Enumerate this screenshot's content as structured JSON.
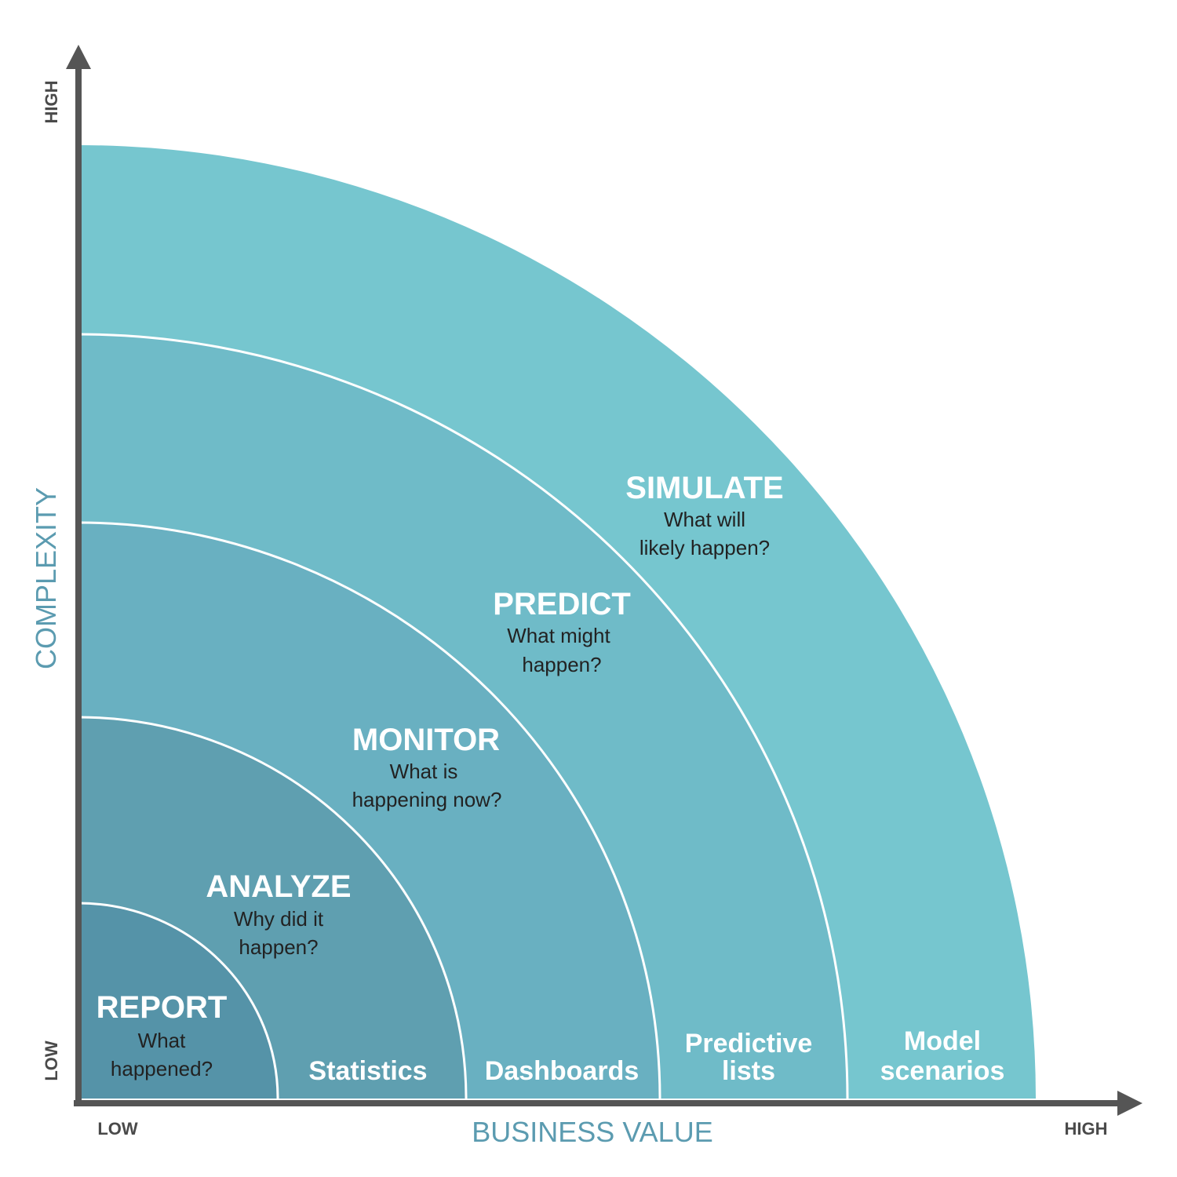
{
  "axes": {
    "x_title": "BUSINESS VALUE",
    "y_title": "COMPLEXITY",
    "x_low": "LOW",
    "x_high": "HIGH",
    "y_low": "LOW",
    "y_high": "HIGH"
  },
  "bands": [
    {
      "title": "REPORT",
      "question_line1": "What",
      "question_line2": "happened?",
      "tool_line1": "",
      "tool_line2": "",
      "color": "#5593A8"
    },
    {
      "title": "ANALYZE",
      "question_line1": "Why did it",
      "question_line2": "happen?",
      "tool_line1": "Statistics",
      "tool_line2": "",
      "color": "#5F9FB0"
    },
    {
      "title": "MONITOR",
      "question_line1": "What is",
      "question_line2": "happening now?",
      "tool_line1": "Dashboards",
      "tool_line2": "",
      "color": "#69B0C1"
    },
    {
      "title": "PREDICT",
      "question_line1": "What might",
      "question_line2": "happen?",
      "tool_line1": "Predictive",
      "tool_line2": "lists",
      "color": "#6FBBC8"
    },
    {
      "title": "SIMULATE",
      "question_line1": "What will",
      "question_line2": "likely happen?",
      "tool_line1": "Model",
      "tool_line2": "scenarios",
      "color": "#76C6CF"
    }
  ],
  "colors": {
    "axis": "#555555",
    "axis_title": "#5B9BB0",
    "divider": "#ffffff"
  }
}
